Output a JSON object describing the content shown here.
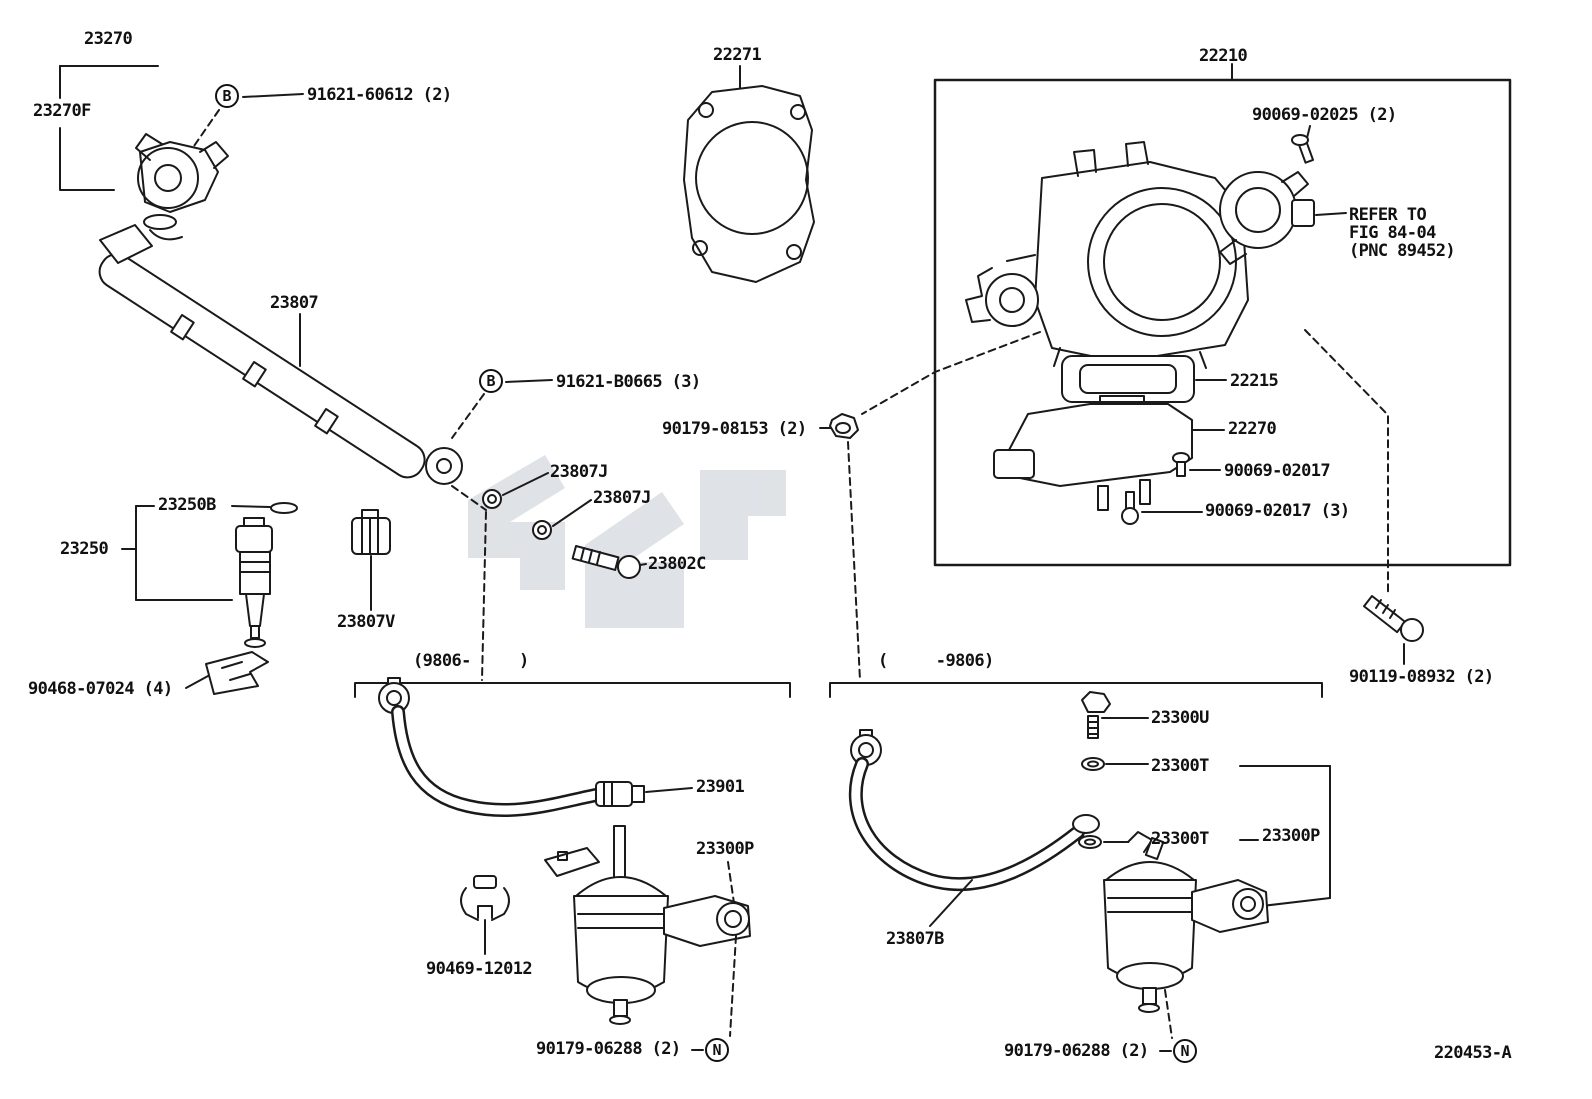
{
  "colors": {
    "line": "#1a1a1a",
    "watermark": "#c6ccd2"
  },
  "labels": {
    "part_23270": "23270",
    "part_23270F": "23270F",
    "callout_b1": "B",
    "bolt_91621_60612": "91621-60612 (2)",
    "part_22271": "22271",
    "part_22210": "22210",
    "bolt_90069_02025": "90069-02025 (2)",
    "refer_line1": "REFER TO",
    "refer_line2": "FIG 84-04",
    "refer_line3": "(PNC 89452)",
    "part_23807": "23807",
    "callout_b2": "B",
    "bolt_91621_B0665": "91621-B0665 (3)",
    "nut_90179_08153": "90179-08153 (2)",
    "part_22215": "22215",
    "part_22270": "22270",
    "bolt_90069_02017": "90069-02017",
    "bolt_90069_02017_3": "90069-02017 (3)",
    "part_23807J_1": "23807J",
    "part_23807J_2": "23807J",
    "part_23802C": "23802C",
    "part_23250B": "23250B",
    "part_23250": "23250",
    "part_23807V": "23807V",
    "part_90468_07024": "90468-07024 (4)",
    "range_late": "(9806-     )",
    "range_early": "(     -9806)",
    "part_23901": "23901",
    "part_23300P_left": "23300P",
    "part_23300U": "23300U",
    "part_23300T_1": "23300T",
    "part_23300T_2": "23300T",
    "part_23300P_right": "23300P",
    "part_23807B": "23807B",
    "bolt_90469_12012": "90469-12012",
    "bolt_90179_06288_left": "90179-06288 (2)",
    "callout_n1": "N",
    "bolt_90179_06288_right": "90179-06288 (2)",
    "callout_n2": "N",
    "bolt_90119_08932": "90119-08932 (2)",
    "drawing_number": "220453-A"
  }
}
